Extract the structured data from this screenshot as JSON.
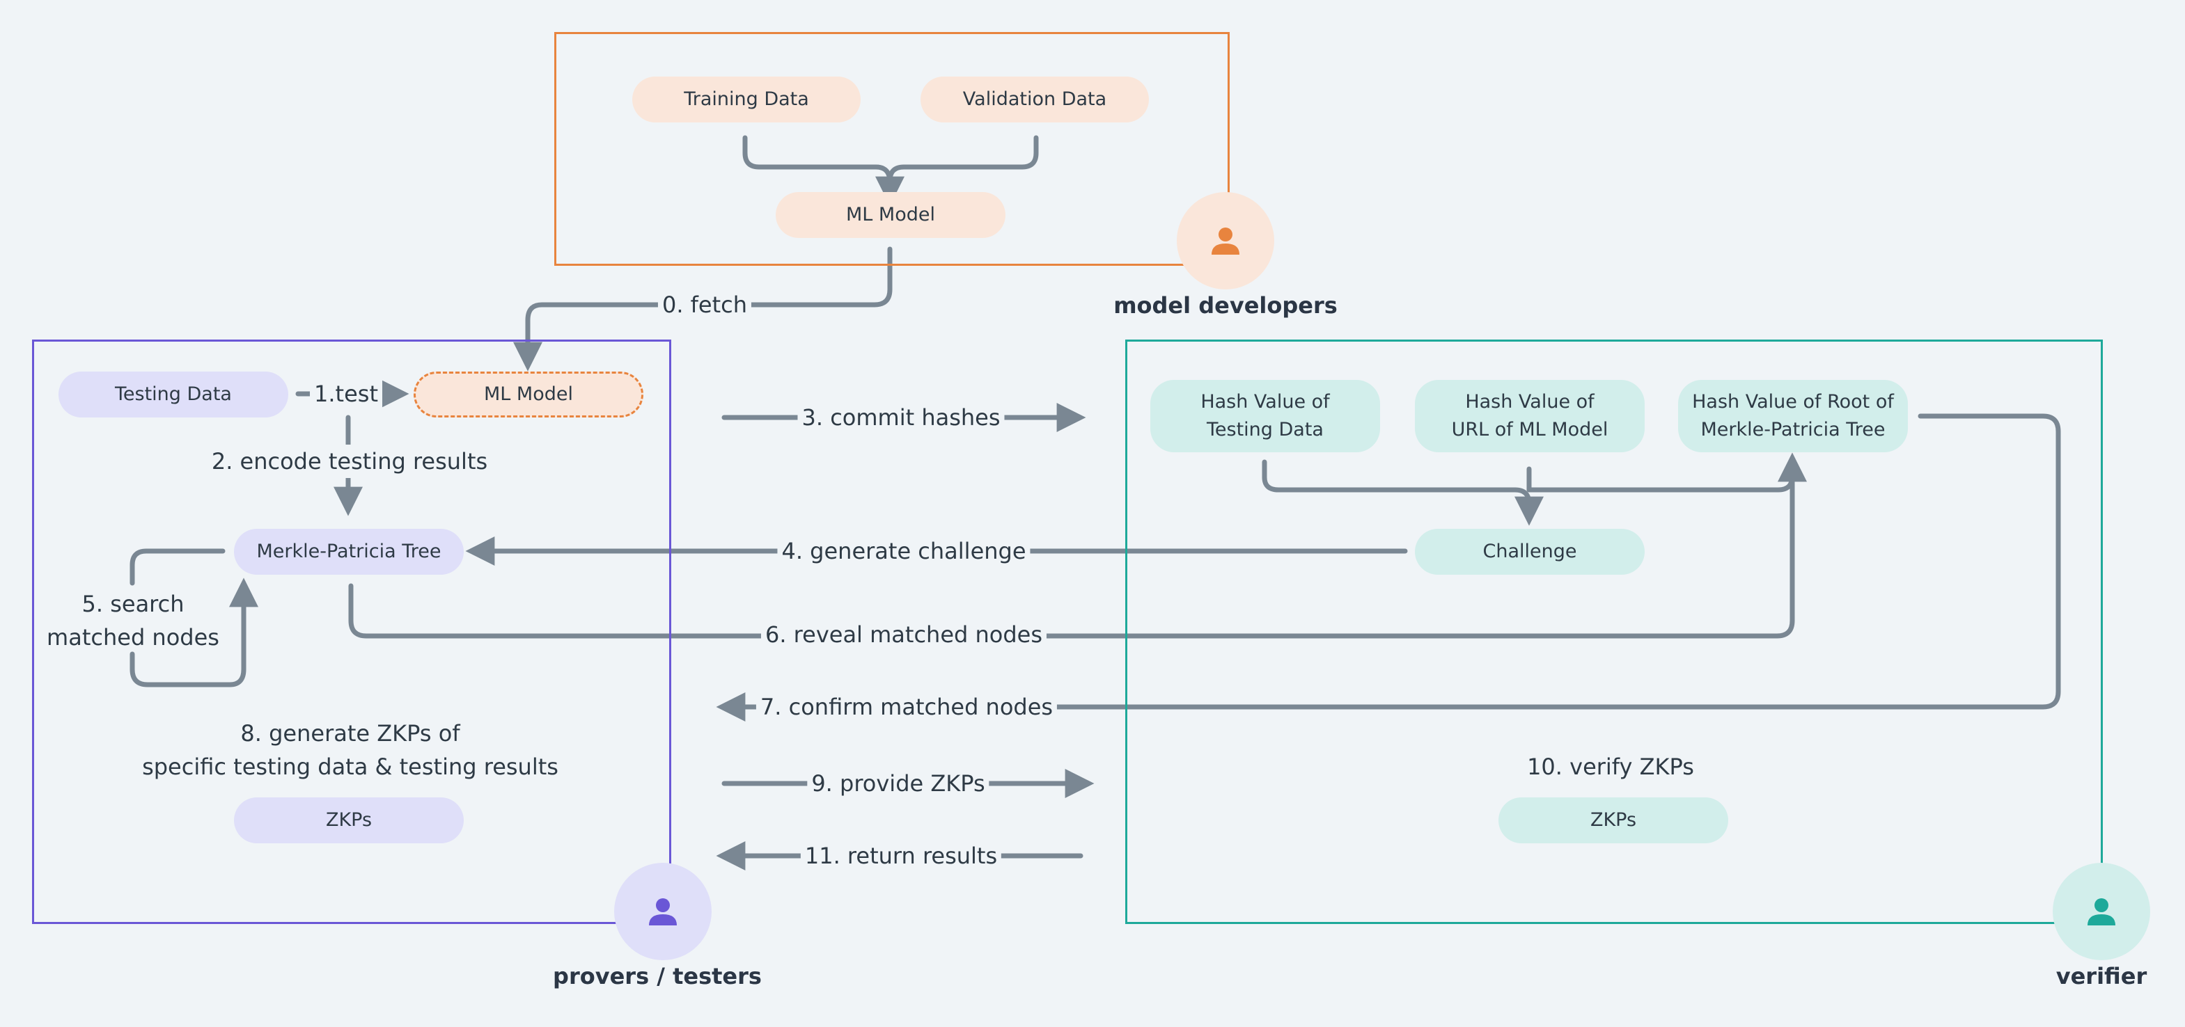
{
  "colors": {
    "background": "#f0f4f7",
    "wire": "#7a8793",
    "developer_accent": "#e8843e",
    "developer_fill": "#fae6da",
    "prover_accent": "#6a57d6",
    "prover_fill": "#dfdff9",
    "verifier_accent": "#1ea99a",
    "verifier_fill": "#d2eeeb"
  },
  "roles": {
    "developers": {
      "label": "model developers",
      "icon": "person-icon"
    },
    "provers": {
      "label": "provers / testers",
      "icon": "person-icon"
    },
    "verifier": {
      "label": "verifier",
      "icon": "person-icon"
    }
  },
  "developer_box": {
    "training_data": "Training Data",
    "validation_data": "Validation Data",
    "ml_model": "ML Model"
  },
  "prover_box": {
    "testing_data": "Testing Data",
    "ml_model": "ML Model",
    "mpt": "Merkle-Patricia Tree",
    "zkps": "ZKPs",
    "step8_line1": "8.  generate ZKPs of",
    "step8_line2": "specific testing data & testing results"
  },
  "verifier_box": {
    "hash_testing_line1": "Hash Value of",
    "hash_testing_line2": "Testing Data",
    "hash_url_line1": "Hash Value of",
    "hash_url_line2": "URL of ML Model",
    "hash_root_line1": "Hash Value of Root of",
    "hash_root_line2": "Merkle-Patricia Tree",
    "challenge": "Challenge",
    "zkps": "ZKPs",
    "step10": "10.  verify ZKPs"
  },
  "steps": {
    "s0": "0. fetch",
    "s1": "1.test",
    "s2": "2. encode testing results",
    "s3": "3. commit hashes",
    "s4": "4. generate challenge",
    "s5_line1": "5. search",
    "s5_line2": "matched nodes",
    "s6": "6. reveal matched nodes",
    "s7": "7. confirm matched nodes",
    "s9": "9. provide ZKPs",
    "s11": "11. return results"
  }
}
